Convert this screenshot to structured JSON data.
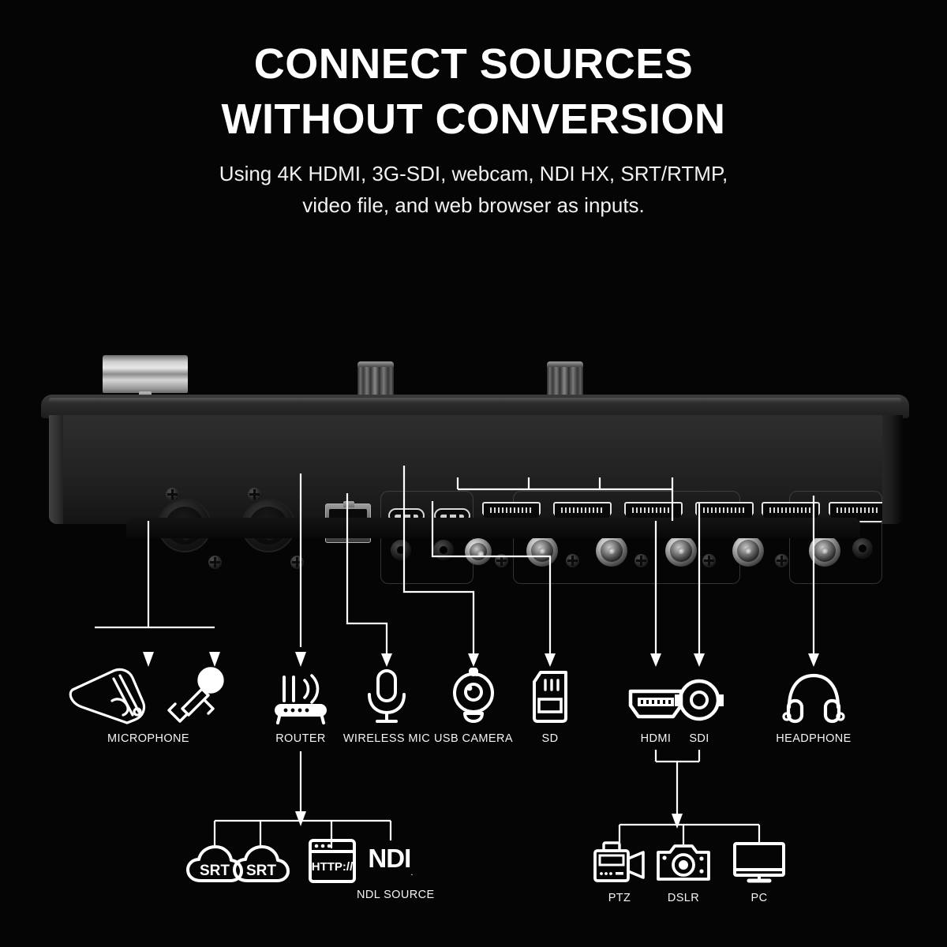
{
  "header": {
    "title_line1": "CONNECT SOURCES",
    "title_line2": "WITHOUT CONVERSION",
    "subtitle": "Using 4K HDMI, 3G-SDI, webcam, NDI HX, SRT/RTMP, video file, and web browser as inputs."
  },
  "device": {
    "name": "video-switcher-rear-panel",
    "ports": {
      "xlr_count": 2,
      "rj45_count": 1,
      "usbc_count": 2,
      "jack_35mm_count": 3,
      "hdmi_count": 6,
      "bnc_count": 6,
      "knob_count": 2
    }
  },
  "callouts": [
    {
      "id": "microphone",
      "label": "MICROPHONE",
      "icons": [
        "xlr-connector-icon",
        "handheld-microphone-icon"
      ]
    },
    {
      "id": "router",
      "label": "ROUTER",
      "icons": [
        "router-icon"
      ]
    },
    {
      "id": "wireless-mic",
      "label": "WIRELESS MIC",
      "icons": [
        "wireless-microphone-icon"
      ]
    },
    {
      "id": "usb-camera",
      "label": "USB CAMERA",
      "icons": [
        "webcam-icon"
      ]
    },
    {
      "id": "sd",
      "label": "SD",
      "icons": [
        "sd-card-icon"
      ]
    },
    {
      "id": "hdmi",
      "label": "HDMI",
      "icons": [
        "hdmi-port-icon"
      ]
    },
    {
      "id": "sdi",
      "label": "SDI",
      "icons": [
        "bnc-connector-icon"
      ]
    },
    {
      "id": "headphone",
      "label": "HEADPHONE",
      "icons": [
        "headphone-icon"
      ]
    }
  ],
  "network_sources": {
    "group_label": "NDL SOURCE",
    "items": [
      {
        "id": "srt-1",
        "label": "SRT",
        "icon": "srt-cloud-icon"
      },
      {
        "id": "srt-2",
        "label": "SRT",
        "icon": "srt-cloud-icon"
      },
      {
        "id": "http",
        "label": "HTTP://",
        "icon": "browser-window-icon"
      },
      {
        "id": "ndi",
        "label": "NDI",
        "icon": "ndi-logo-icon"
      }
    ]
  },
  "video_sources": {
    "items": [
      {
        "id": "ptz",
        "label": "PTZ",
        "icon": "ptz-camera-icon"
      },
      {
        "id": "dslr",
        "label": "DSLR",
        "icon": "dslr-camera-icon"
      },
      {
        "id": "pc",
        "label": "PC",
        "icon": "monitor-icon"
      }
    ]
  },
  "colors": {
    "background": "#000000",
    "text": "#ffffff",
    "line": "#ffffff",
    "chassis": "#2a2a2a"
  }
}
